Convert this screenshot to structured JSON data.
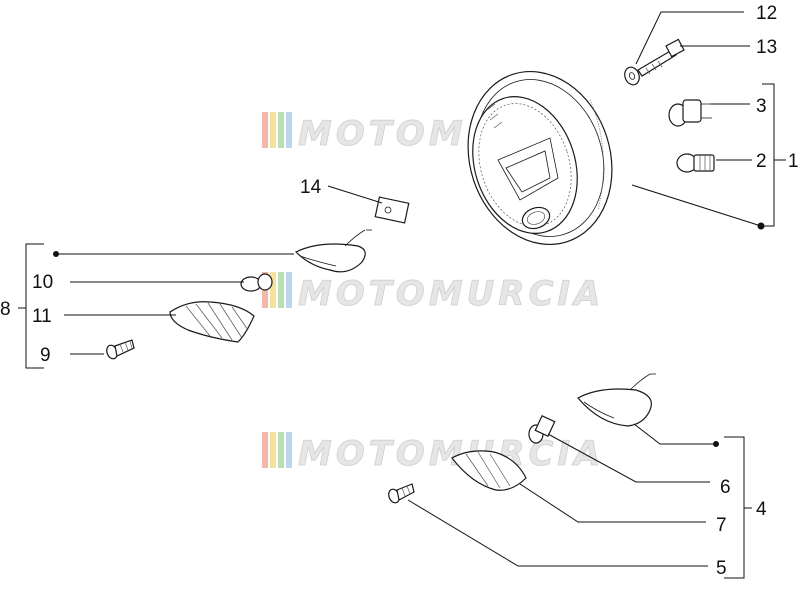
{
  "watermark": {
    "text": "MOTOMURCIA",
    "stripe_colors": [
      "#f2b8a8",
      "#f6e2a0",
      "#b9e0b0",
      "#bcd6ee"
    ]
  },
  "callouts": {
    "c1": "1",
    "c2": "2",
    "c3": "3",
    "c4": "4",
    "c5": "5",
    "c6": "6",
    "c7": "7",
    "c8": "8",
    "c9": "9",
    "c10": "10",
    "c11": "11",
    "c12": "12",
    "c13": "13",
    "c14": "14"
  }
}
